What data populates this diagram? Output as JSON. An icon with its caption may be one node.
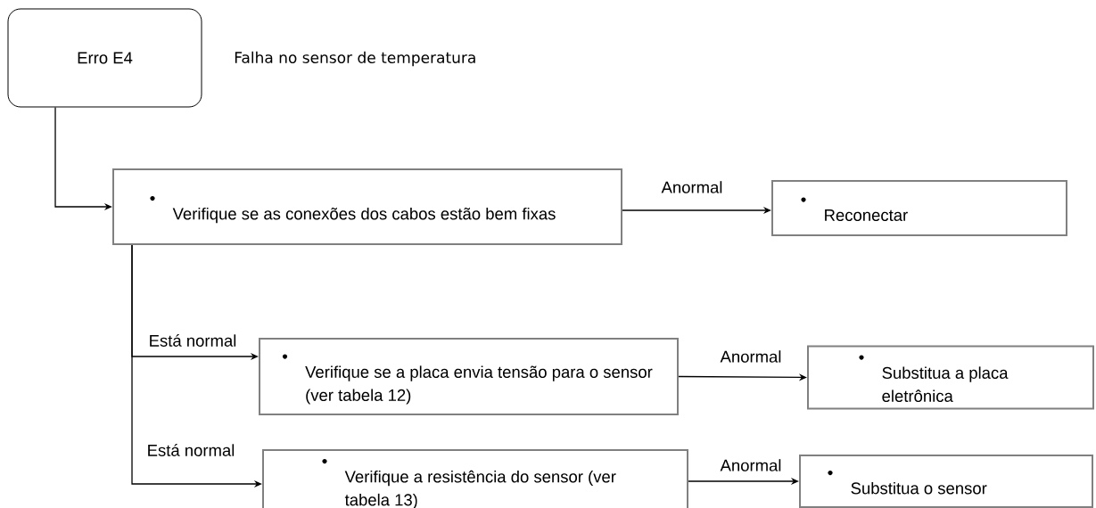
{
  "diagram": {
    "nodes": [
      {
        "text": [
          "Erro E4"
        ],
        "beside": [
          "Falha no sensor de temperatura"
        ]
      },
      {
        "text": [
          "Verifique se as conexões dos cabos estão bem fixas"
        ]
      },
      {
        "text": [
          "Reconectar"
        ]
      },
      {
        "text": [
          "Verifique se a placa envia tensão para o sensor (ver tabela 12)"
        ]
      },
      {
        "text": [
          "Substitua a placa eletrônica"
        ]
      },
      {
        "text": [
          "Verifique a resistência do sensor (ver tabela 13)"
        ]
      },
      {
        "text": [
          "Substitua o sensor"
        ]
      }
    ],
    "edges": [
      {
        "from": 0,
        "to": 1,
        "arrow": "to"
      },
      {
        "from": 1,
        "to": 2,
        "arrow": "to",
        "label": "Anormal"
      },
      {
        "from": 1,
        "to": 3,
        "arrow": "to",
        "label": "Está normal"
      },
      {
        "from": 3,
        "to": 4,
        "arrow": "to",
        "label": "Anormal"
      },
      {
        "from": 1,
        "to": 5,
        "arrow": "to",
        "label": "Está normal"
      },
      {
        "from": 5,
        "to": 6,
        "arrow": "to",
        "label": "Anormal"
      }
    ]
  }
}
